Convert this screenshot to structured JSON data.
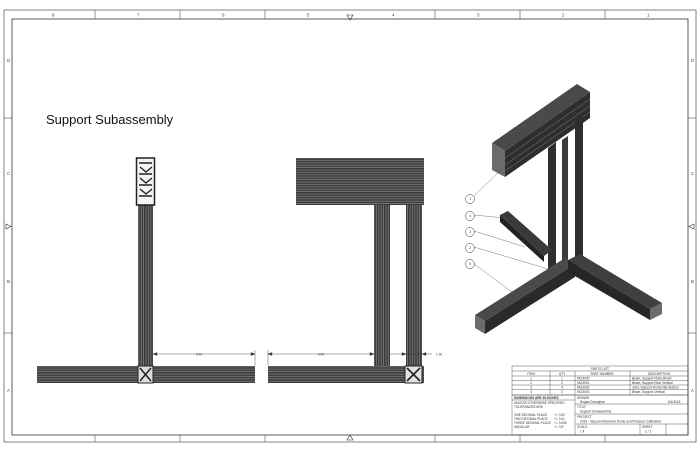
{
  "drawing": {
    "title": "Support Subassembly",
    "dimensions": {
      "front_view": "0.00",
      "side_view_left": "0.00",
      "side_view_right": "1.00"
    },
    "balloons": [
      "1",
      "4",
      "3",
      "2",
      "5"
    ],
    "zone_letters": [
      "A",
      "B",
      "C",
      "D"
    ],
    "zone_numbers": [
      "1",
      "2",
      "3",
      "4",
      "5",
      "6",
      "7",
      "8"
    ]
  },
  "parts_list": {
    "heading": "PARTS LIST",
    "columns": [
      "ITEM",
      "QTY",
      "PART NUMBER",
      "DESCRIPTION"
    ],
    "rows": [
      [
        "1",
        "1",
        "9423000",
        "Beam, Support-Plate Mount"
      ],
      [
        "2",
        "2",
        "9423001",
        "Beam, Support-Rear Vertical"
      ],
      [
        "3",
        "4",
        "9423002",
        "Joint, Support-Horizontal Section"
      ],
      [
        "4",
        "2",
        "9423003",
        "Beam, Support-Vertical"
      ]
    ]
  },
  "title_block": {
    "dims_label": "DIMENSIONS ARE IN INCHES",
    "tolerance_1": "UNLESS OTHERWISE SPECIFIED",
    "tolerance_2": "TOLERANCES ARE",
    "tol_rows": [
      [
        "ONE DECIMAL PLACE",
        "+/- 0.02"
      ],
      [
        "TWO DECIMAL PLACE",
        "+/- 0.01"
      ],
      [
        "THREE DECIMAL PLACE",
        "+/- 0.005"
      ],
      [
        "ANGULAR",
        "+/- 0.5°"
      ]
    ],
    "drawn_label": "DRAWN",
    "drawn_by": "Rogan Donoghue",
    "date": "6/1/2018",
    "title_label": "TITLE",
    "title_value": "Support Subassembly",
    "project_label": "PROJECT",
    "project_value": "2018 - Vacuum Reservoir Dome and Pressure Calibration",
    "scale_label": "SCALE",
    "scale_value": "1:4",
    "sheet_label": "SHEET",
    "sheet_value": "1 / 1"
  }
}
